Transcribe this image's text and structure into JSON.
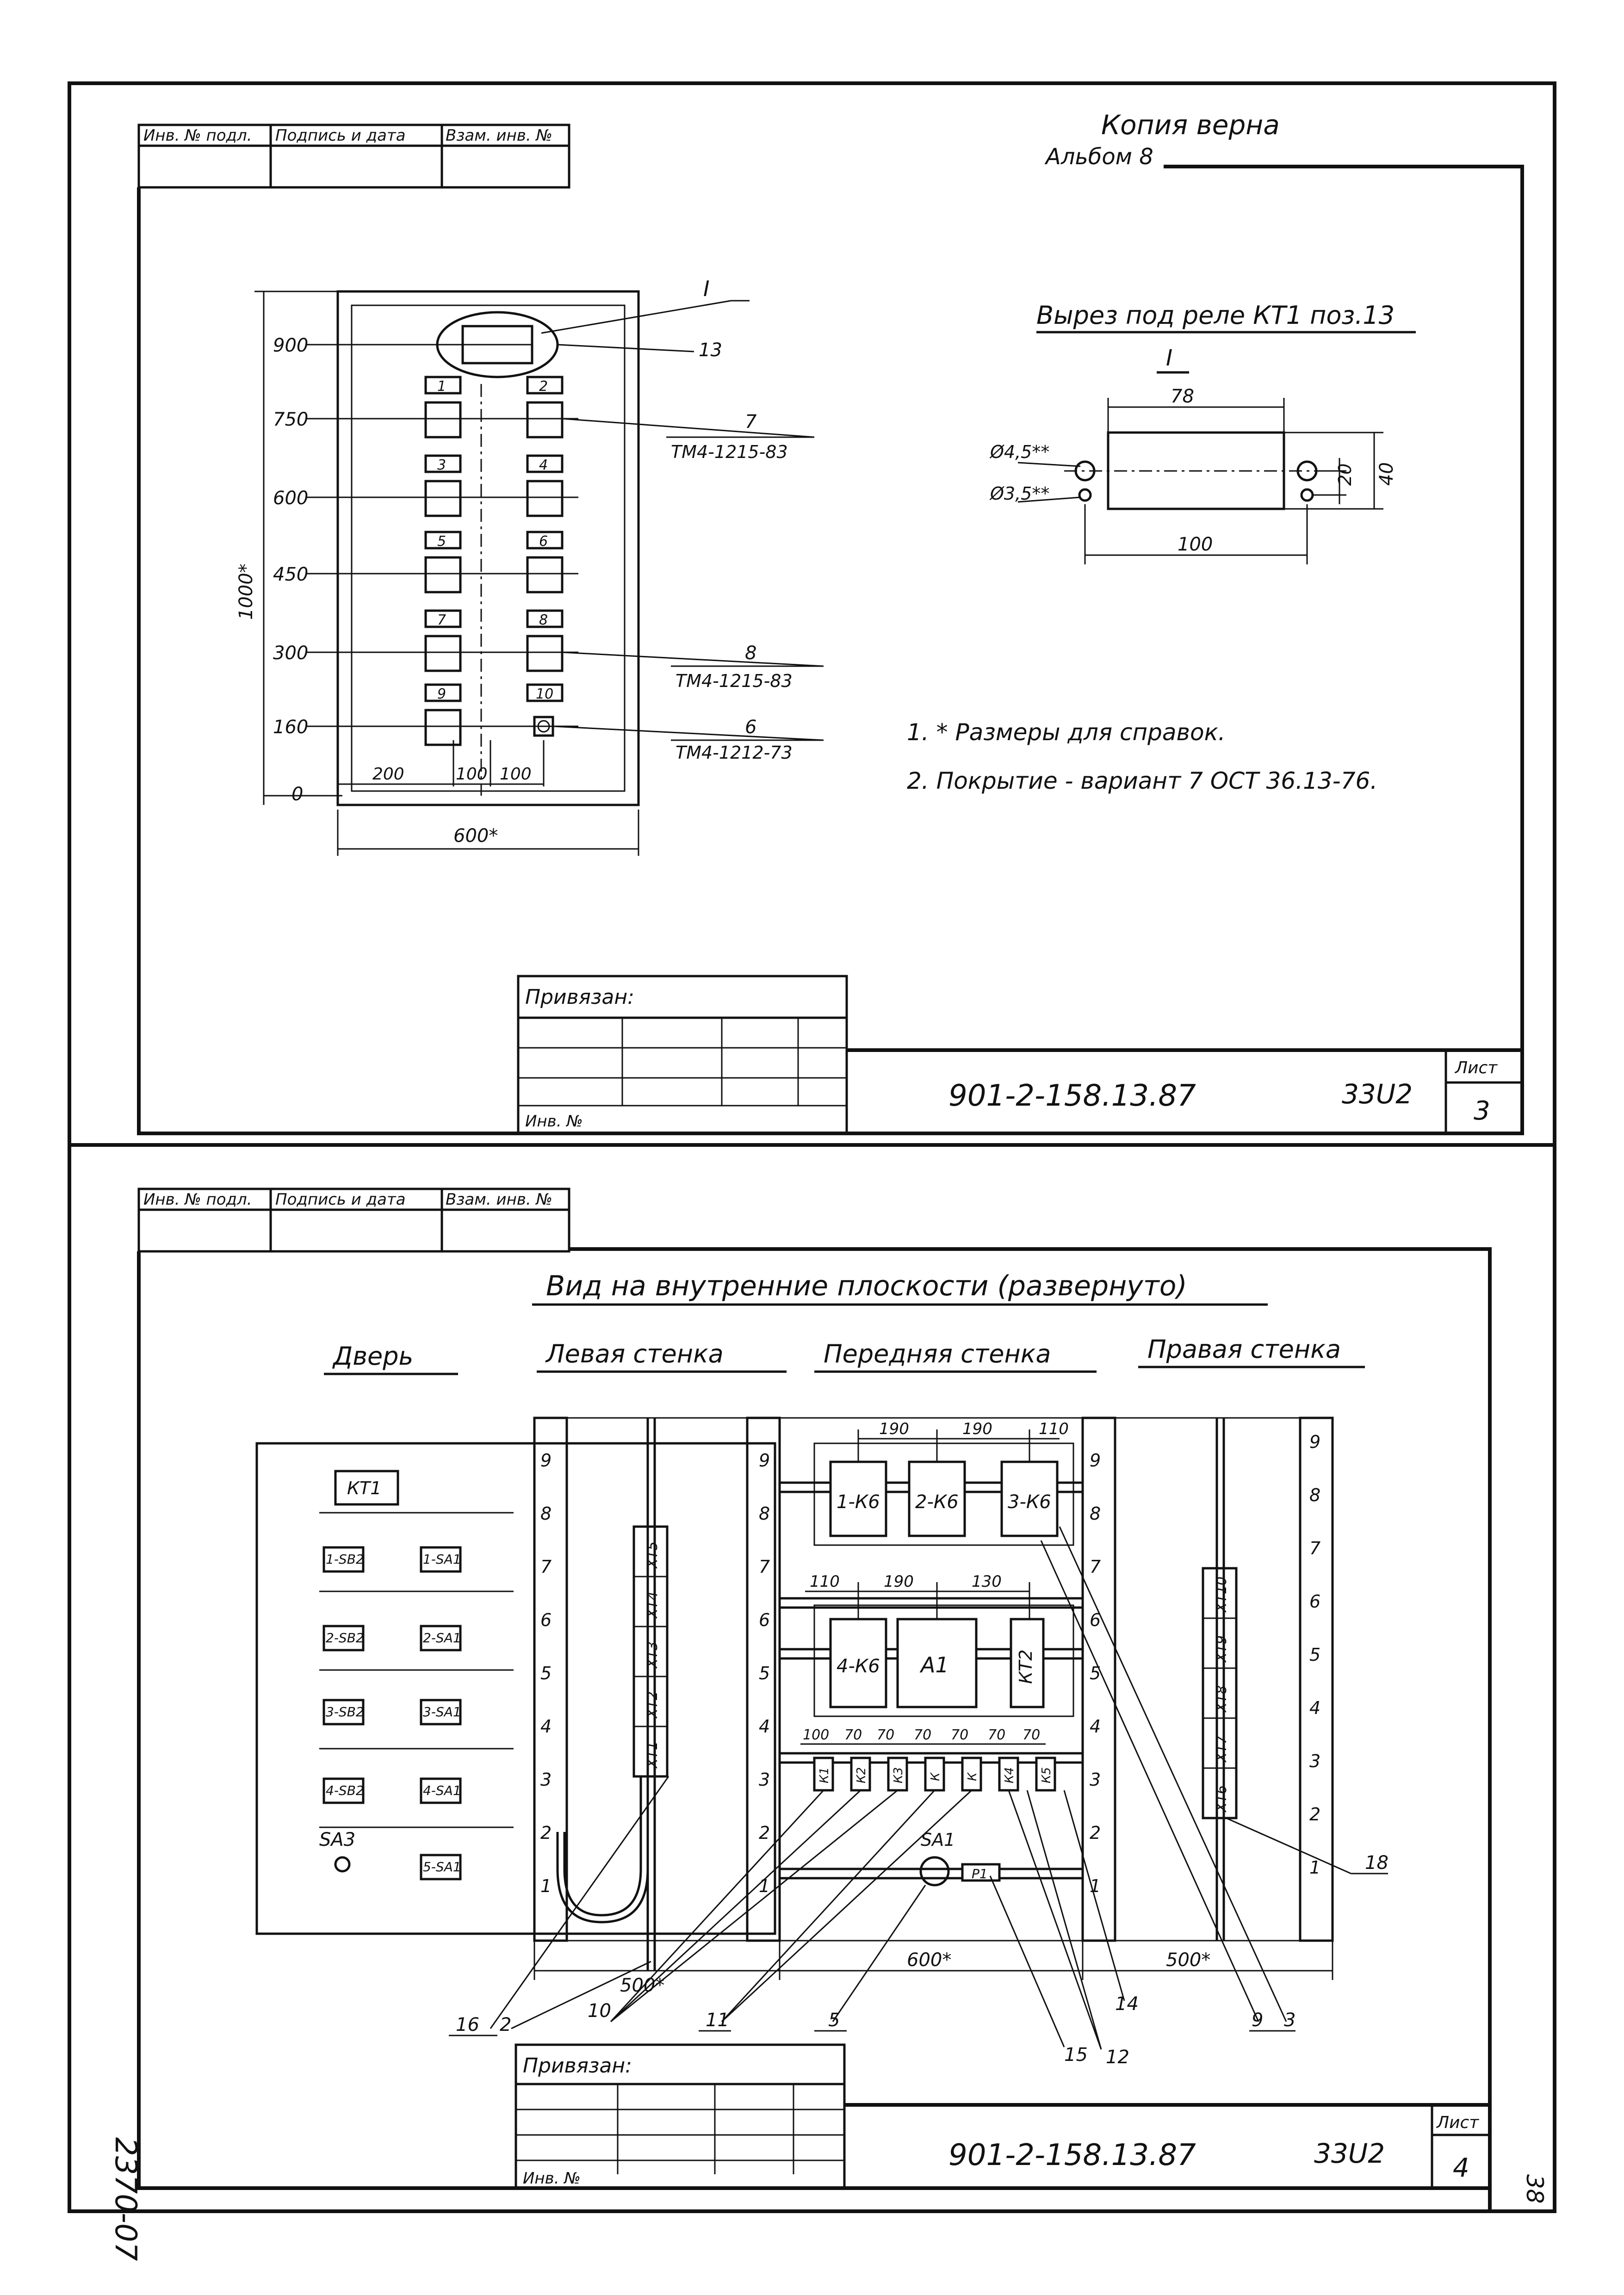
{
  "sheet3": {
    "stamp_labels": [
      "Инв. № подл.",
      "Подпись и дата",
      "Взам. инв. №"
    ],
    "copy_note": "Копия верна",
    "album": "Альбом 8",
    "levels": [
      "900",
      "750",
      "600",
      "450",
      "300",
      "160",
      "0"
    ],
    "height_dim": "1000*",
    "width_dim": "600*",
    "bottom_dims": [
      "200",
      "100",
      "100"
    ],
    "module_numbers": [
      "1",
      "2",
      "3",
      "4",
      "5",
      "6",
      "7",
      "8",
      "9",
      "10"
    ],
    "callouts": [
      {
        "pos": "I",
        "ref": ""
      },
      {
        "pos": "13",
        "ref": ""
      },
      {
        "pos": "7",
        "ref": "ТМ4-1215-83"
      },
      {
        "pos": "8",
        "ref": "ТМ4-1215-83"
      },
      {
        "pos": "6",
        "ref": "ТМ4-1212-73"
      }
    ],
    "cutout": {
      "title": "Вырез под реле КТ1 поз.13",
      "view": "I",
      "dim_top": "78",
      "dim_bottom": "100",
      "dim_height": "40",
      "dim_hole_gap": "20",
      "hole_big": "Ø4,5**",
      "hole_small": "Ø3,5**"
    },
    "notes": [
      "1. * Размеры для справок.",
      "2. Покрытие - вариант 7 ОСТ 36.13-76."
    ],
    "tied": "Привязан:",
    "inv": "Инв. №",
    "doc_code": "901-2-158.13.87",
    "section": "33U2",
    "sheet_label": "Лист",
    "sheet_no": "3"
  },
  "sheet4": {
    "stamp_labels": [
      "Инв. № подл.",
      "Подпись и дата",
      "Взам. инв. №"
    ],
    "title": "Вид на внутренние плоскости (развернуто)",
    "column_titles": [
      "Дверь",
      "Левая стенка",
      "Передняя стенка",
      "Правая стенка"
    ],
    "door": {
      "relay": "КТ1",
      "switches_left": [
        "1-SB2",
        "2-SB2",
        "3-SB2",
        "4-SB2"
      ],
      "switches_right": [
        "1-SA1",
        "2-SA1",
        "3-SA1",
        "4-SA1",
        "5-SA1"
      ],
      "lamp": "SA3"
    },
    "scale_marks": [
      "9",
      "8",
      "7",
      "6",
      "5",
      "4",
      "3",
      "2",
      "1"
    ],
    "left_terminals": [
      "ХТ5",
      "ХТ4",
      "ХТ3",
      "ХТ2",
      "ХТ1"
    ],
    "right_terminals": [
      "ХТ10",
      "ХТ9",
      "ХТ8",
      "ХТ7",
      "ХТ6"
    ],
    "front": {
      "row1_blocks": [
        "1-К6",
        "2-К6",
        "3-К6"
      ],
      "row1_dims": [
        "190",
        "190",
        "110"
      ],
      "row2_blocks": [
        "4-К6",
        "А1",
        "КТ2"
      ],
      "row2_dims": [
        "110",
        "190",
        "130"
      ],
      "small_blocks": [
        "К1",
        "К2",
        "К3",
        "К",
        "К",
        "К4",
        "К5"
      ],
      "row3_dims": [
        "100",
        "70",
        "70",
        "70",
        "70",
        "70",
        "70"
      ],
      "switch_label": "SA1",
      "res_label": "Р1"
    },
    "bottom_dims": [
      "500*",
      "600*",
      "500*"
    ],
    "callouts": [
      "16",
      "2",
      "10",
      "11",
      "5",
      "15",
      "12",
      "14",
      "9",
      "3",
      "18"
    ],
    "tied": "Привязан:",
    "inv": "Инв. №",
    "doc_code": "901-2-158.13.87",
    "section": "33U2",
    "sheet_label": "Лист",
    "sheet_no": "4",
    "page_corner": "38"
  },
  "margin_code": "2370-07"
}
